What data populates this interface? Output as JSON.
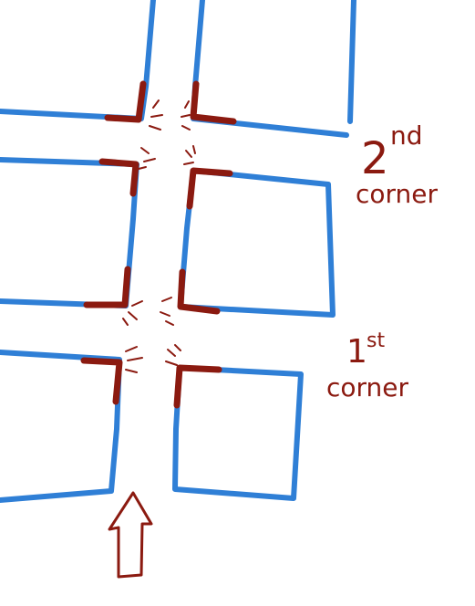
{
  "colors": {
    "background": "#ffffff",
    "block_outline": "#2f7fd6",
    "corner_marker": "#8b1a10"
  },
  "labels": {
    "second_corner": {
      "number": "2",
      "ordinal_suffix": "nd",
      "word": "corner"
    },
    "first_corner": {
      "number": "1",
      "ordinal_suffix": "st",
      "word": "corner"
    }
  },
  "icons": {
    "direction_arrow": "arrow-up-icon",
    "corner_highlight": "sparkle-icon"
  }
}
